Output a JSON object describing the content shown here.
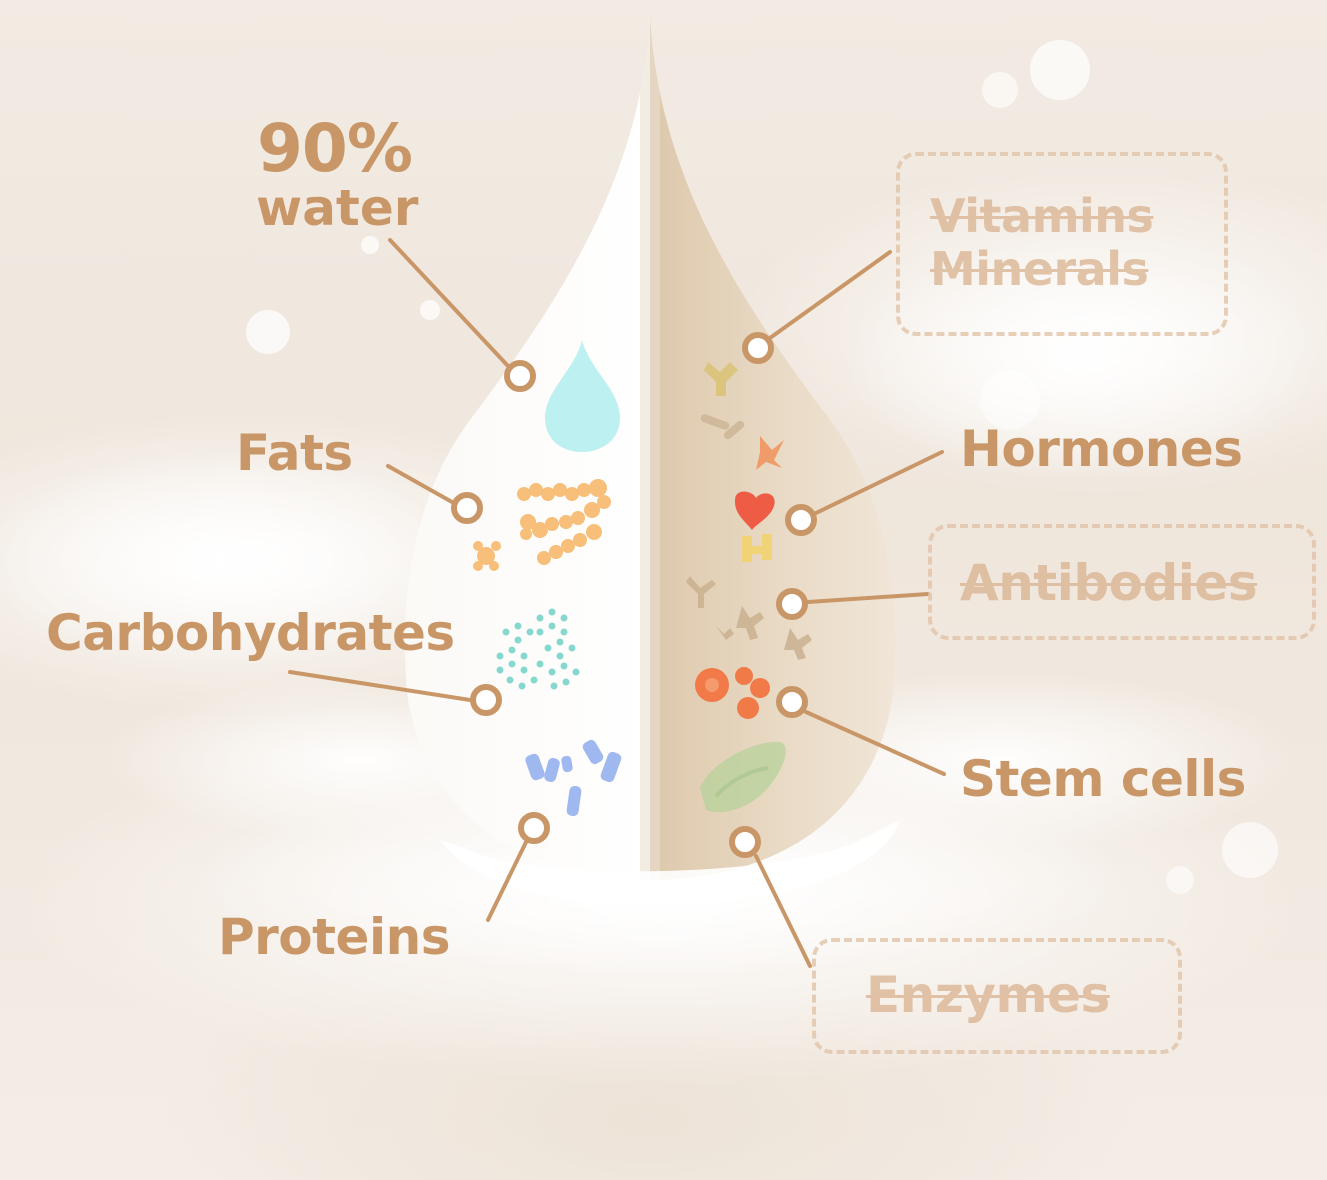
{
  "diagram": {
    "water": {
      "percent": "90%",
      "label": "water"
    },
    "left_labels": {
      "fats": "Fats",
      "carbohydrates": "Carbohydrates",
      "proteins": "Proteins"
    },
    "right_labels": {
      "vitamins": "Vitamins",
      "minerals": "Minerals",
      "hormones": "Hormones",
      "antibodies": "Antibodies",
      "stem_cells": "Stem cells",
      "enzymes": "Enzymes"
    },
    "colors": {
      "label": "#c99767",
      "faded_label": "#d9b28f",
      "connector": "#c99767",
      "drop_light": "#ffffff",
      "drop_dark": "#d7c0a0",
      "water_icon": "#bdf0f0",
      "fat_icon": "#f7bf7a",
      "carb_icon": "#86d8cf",
      "protein_icon": "#9fb8ef",
      "hormone_icon": "#f26b4e",
      "stem_cell_icon": "#f07a48",
      "enzyme_icon": "#b7d19a"
    },
    "icons": [
      "water-drop-icon",
      "fat-molecules-icon",
      "carbohydrate-dots-icon",
      "protein-chains-icon",
      "vitamin-icon",
      "hormone-icon",
      "antibody-icon",
      "stem-cells-icon",
      "enzyme-icon"
    ]
  }
}
